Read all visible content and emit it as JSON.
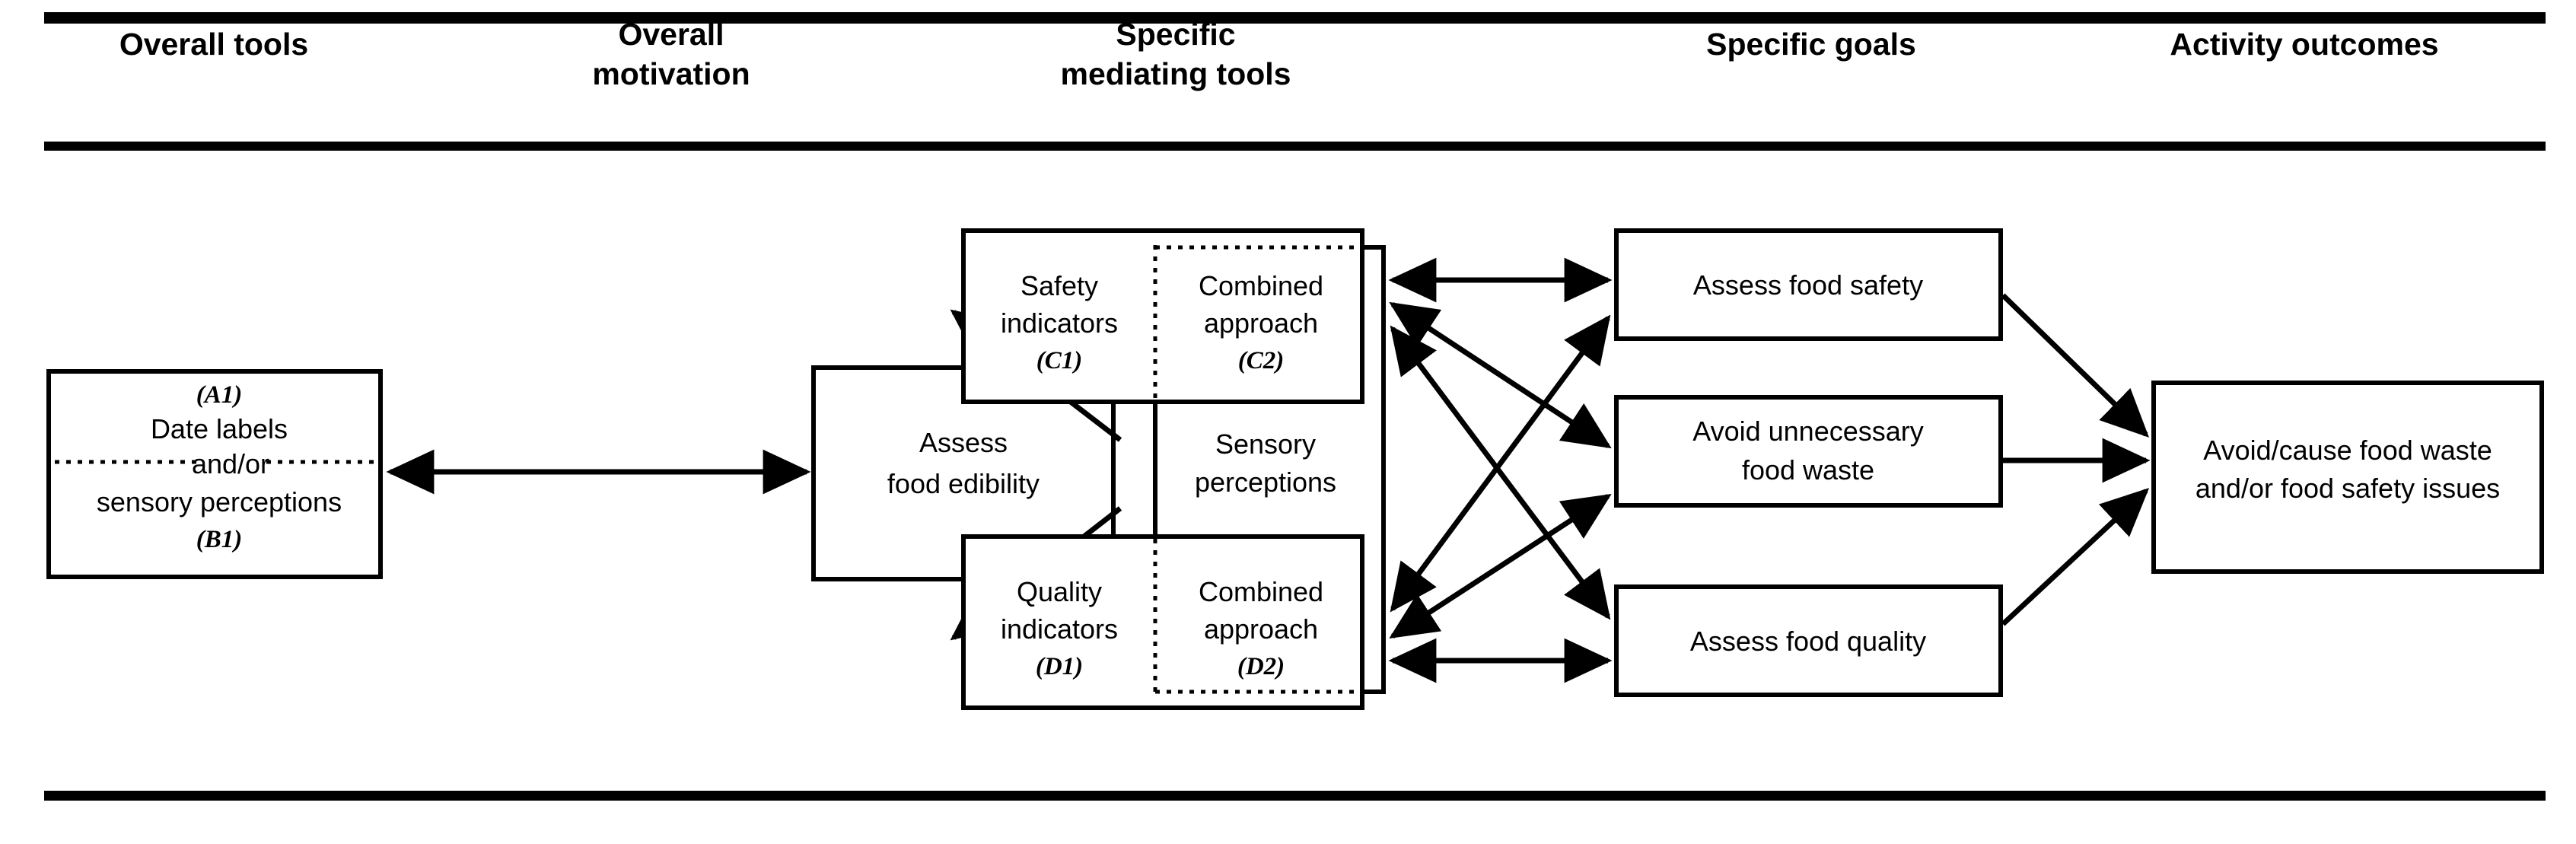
{
  "figure": {
    "title": "Food edibility assessment activity model",
    "background_color": "#ffffff",
    "line_color": "#000000"
  },
  "header": {
    "columns": [
      {
        "id": "overall-tools",
        "line1": "Overall tools",
        "line2": ""
      },
      {
        "id": "overall-motivation",
        "line1": "Overall",
        "line2": "motivation"
      },
      {
        "id": "specific-mediating-tools",
        "line1": "Specific",
        "line2": "mediating tools"
      },
      {
        "id": "specific-goals",
        "line1": "Specific goals",
        "line2": ""
      },
      {
        "id": "activity-outcomes",
        "line1": "Activity outcomes",
        "line2": ""
      }
    ]
  },
  "nodes": {
    "tools_box": {
      "id": "A1B1",
      "code_top": "(A1)",
      "line_top": "Date labels",
      "connector_text": "and/or",
      "line_bottom": "sensory perceptions",
      "code_bottom": "(B1)"
    },
    "motivation_box": {
      "id": "edibility",
      "line1": "Assess",
      "line2": "food edibility"
    },
    "mediating": {
      "c1": {
        "code": "(C1)",
        "line1": "Safety",
        "line2": "indicators"
      },
      "c2": {
        "code": "(C2)",
        "line1": "Combined",
        "line2": "approach"
      },
      "middle": {
        "line1": "Sensory",
        "line2": "perceptions"
      },
      "d1": {
        "code": "(D1)",
        "line1": "Quality",
        "line2": "indicators"
      },
      "d2": {
        "code": "(D2)",
        "line1": "Combined",
        "line2": "approach"
      }
    },
    "goals": [
      {
        "id": "assess-food-safety",
        "line1": "Assess food safety",
        "line2": ""
      },
      {
        "id": "avoid-unnecessary-food-waste",
        "line1": "Avoid unnecessary",
        "line2": "food waste"
      },
      {
        "id": "assess-food-quality",
        "line1": "Assess food quality",
        "line2": ""
      }
    ],
    "outcome": {
      "id": "avoid-cause-food-waste",
      "line1": "Avoid/cause food waste",
      "line2": "and/or food safety issues"
    }
  },
  "edges": {
    "tools_to_motivation": {
      "style": "double-headed",
      "from": "A1B1",
      "to": "edibility"
    },
    "motivation_to_c1": {
      "style": "single-headed",
      "from": "edibility",
      "to": "C1"
    },
    "motivation_to_d1": {
      "style": "single-headed",
      "from": "edibility",
      "to": "D1"
    },
    "mediating_to_goals": [
      {
        "style": "double-headed",
        "from": "mediating-top",
        "to": "assess-food-safety"
      },
      {
        "style": "double-headed",
        "from": "mediating-top",
        "to": "avoid-unnecessary-food-waste"
      },
      {
        "style": "double-headed",
        "from": "mediating-top",
        "to": "assess-food-quality"
      },
      {
        "style": "double-headed",
        "from": "mediating-bottom",
        "to": "assess-food-safety"
      },
      {
        "style": "double-headed",
        "from": "mediating-bottom",
        "to": "avoid-unnecessary-food-waste"
      },
      {
        "style": "double-headed",
        "from": "mediating-bottom",
        "to": "assess-food-quality"
      }
    ],
    "goals_to_outcome": [
      {
        "style": "single-headed",
        "from": "assess-food-safety",
        "to": "avoid-cause-food-waste"
      },
      {
        "style": "single-headed",
        "from": "avoid-unnecessary-food-waste",
        "to": "avoid-cause-food-waste"
      },
      {
        "style": "single-headed",
        "from": "assess-food-quality",
        "to": "avoid-cause-food-waste"
      }
    ]
  }
}
